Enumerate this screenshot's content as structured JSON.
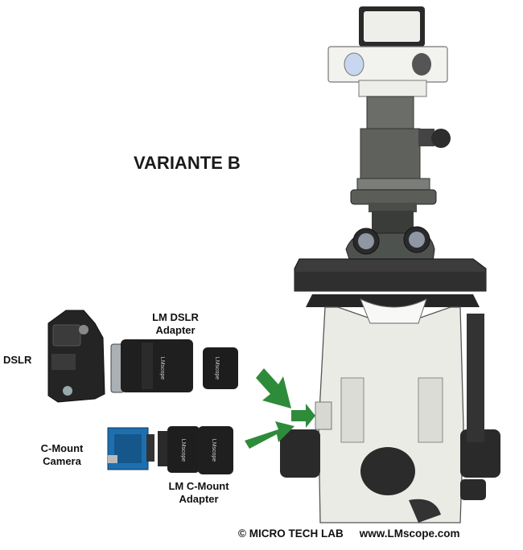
{
  "title": "VARIANTE B",
  "labels": {
    "dslr": "DSLR",
    "dslr_adapter": "LM DSLR\nAdapter",
    "cmount_camera": "C-Mount\nCamera",
    "cmount_adapter": "LM C-Mount\nAdapter"
  },
  "copyright": {
    "owner": "©  MICRO TECH LAB",
    "url": "www.LMscope.com"
  },
  "device_markings": {
    "dslr_adapter_body": "LMscope",
    "dslr_adapter_ring": "LMscope",
    "cmount_adapter_body": "LMscope",
    "cmount_adapter_ring": "LMscope"
  },
  "colors": {
    "arrow": "#2e8b3a",
    "microscope_body": "#e9e9e4",
    "microscope_dark": "#2b2b2b",
    "camera_blue": "#1d6fb0"
  }
}
